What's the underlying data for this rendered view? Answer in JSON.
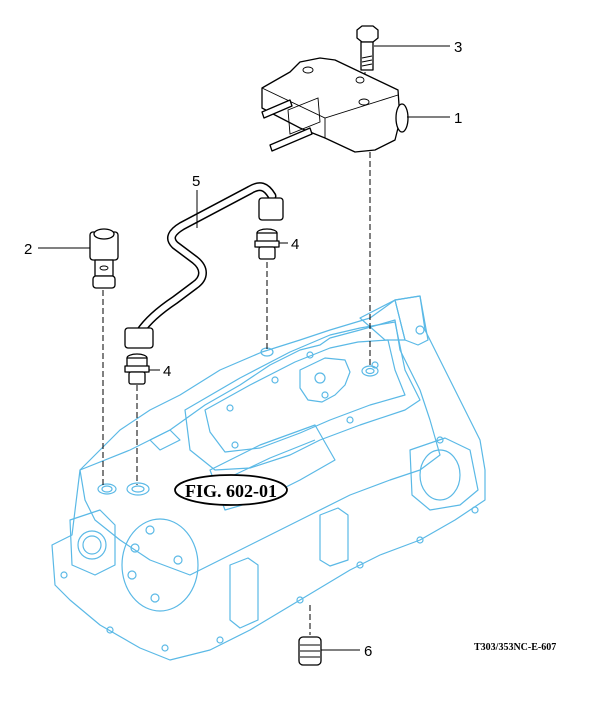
{
  "figure": {
    "label": "FIG. 602-01",
    "drawing_id": "T303/353NC-E-607",
    "housing_color": "#5bb9e6",
    "part_color": "#000000"
  },
  "callouts": [
    {
      "id": "1",
      "part": "valve-block"
    },
    {
      "id": "2",
      "part": "fitting-union"
    },
    {
      "id": "3",
      "part": "bolt"
    },
    {
      "id": "4",
      "part": "adapter-fitting"
    },
    {
      "id": "4",
      "part": "adapter-fitting"
    },
    {
      "id": "5",
      "part": "pipe"
    },
    {
      "id": "6",
      "part": "plug"
    }
  ]
}
